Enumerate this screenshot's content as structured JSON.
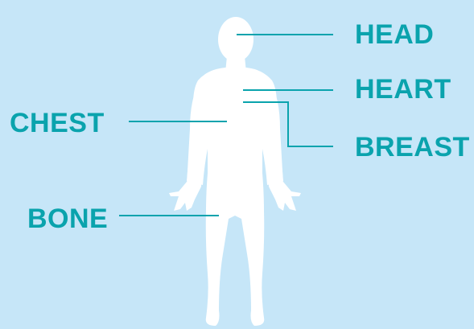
{
  "colors": {
    "background": "#c6e6f8",
    "body_silhouette": "#ffffff",
    "accent": "#0aa3ad"
  },
  "labels": {
    "head": "HEAD",
    "heart": "HEART",
    "breast": "BREAST",
    "chest": "CHEST",
    "bone": "BONE"
  }
}
